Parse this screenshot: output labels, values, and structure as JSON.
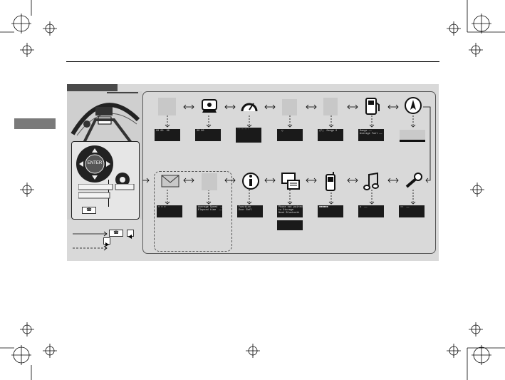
{
  "registration_marks": "crosshair-icon",
  "panel": {
    "title": ""
  },
  "steering": {
    "enter_label": "ENTER",
    "home_key_label": "☎"
  },
  "top_row": [
    {
      "icon": "blank-icon",
      "screen": "00 00  00"
    },
    {
      "icon": "speed-icon",
      "screen": "00 00"
    },
    {
      "icon": "gauge-icon",
      "screen": "········"
    },
    {
      "icon": "blank-icon",
      "screen": "  ◯"
    },
    {
      "icon": "blank-icon",
      "screen": "(P)  Range 0"
    },
    {
      "icon": "fuel-icon",
      "screen": "Range ——\nAverage Fuel ——"
    },
    {
      "icon": "compass-icon",
      "screen": ""
    }
  ],
  "bottom_row": [
    {
      "icon": "envelope-icon",
      "screen": "≡ ≡ ≡"
    },
    {
      "icon": "blank-icon",
      "screen": "Average Speed  ——\nElapsed time  ——"
    },
    {
      "icon": "info-icon",
      "screen": "Function\nDoor Refl"
    },
    {
      "icon": "phone-screen-icon",
      "screen": "Phone not paired\nto Storage\nNeed Bluetooth"
    },
    {
      "icon": "mobile-phone-icon",
      "screen": "■■■■■■"
    },
    {
      "icon": "music-icon",
      "screen": "◎  ——"
    },
    {
      "icon": "wrench-icon",
      "screen": "≈≈  ——"
    }
  ],
  "legend": {
    "solid": "",
    "dashed": ""
  }
}
